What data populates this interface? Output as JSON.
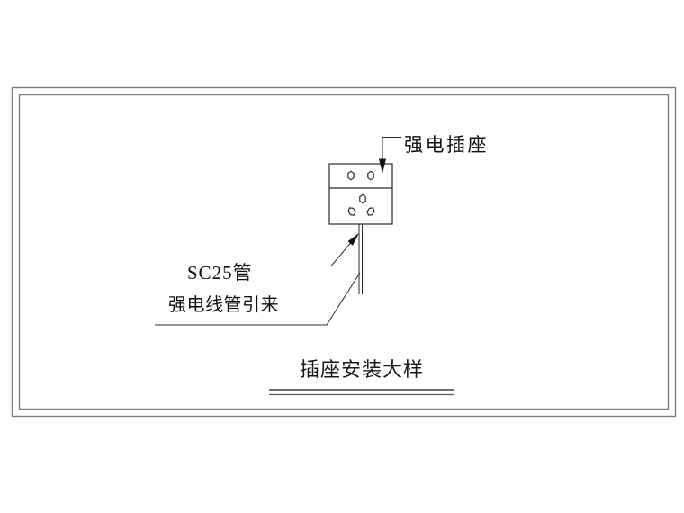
{
  "figure": {
    "socket_label": "强电插座",
    "pipe_label": "SC25管",
    "leadin_label": "强电线管引来",
    "title": "插座安装大样",
    "line_color": "#2a2a2a",
    "arrow_color": "#111111",
    "underline_color": "#5c5c5c"
  },
  "frame": {
    "border_color": "#7d7d7d"
  }
}
